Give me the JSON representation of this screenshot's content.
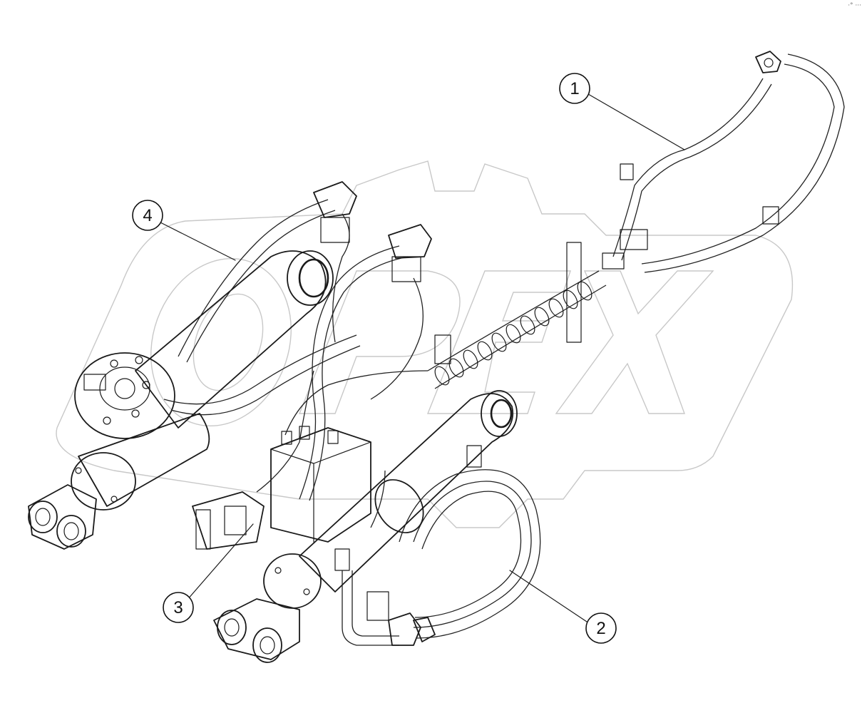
{
  "diagram": {
    "watermark": "OPEX",
    "callouts": [
      {
        "id": "1",
        "label": "1"
      },
      {
        "id": "2",
        "label": "2"
      },
      {
        "id": "3",
        "label": "3"
      },
      {
        "id": "4",
        "label": "4"
      }
    ]
  },
  "corner_mark": "·° ···"
}
